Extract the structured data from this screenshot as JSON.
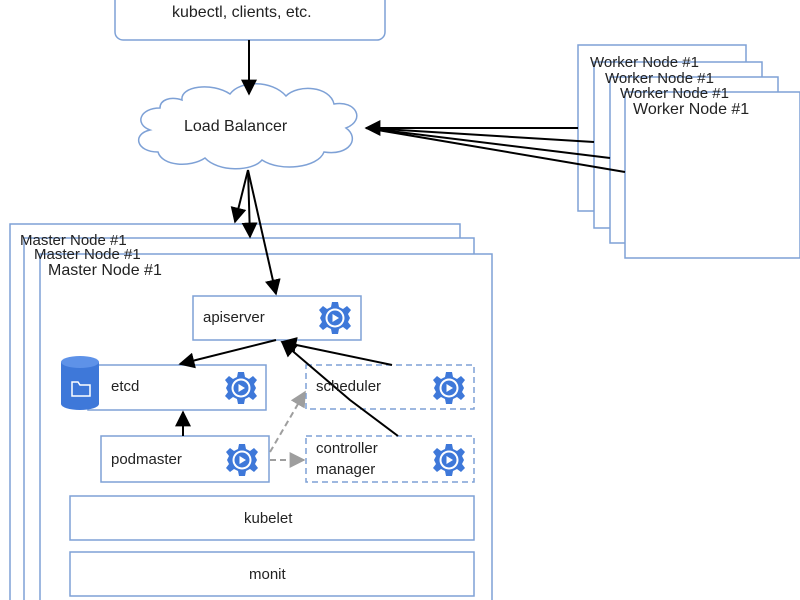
{
  "clients": {
    "label": "kubectl, clients, etc."
  },
  "load_balancer": {
    "label": "Load Balancer"
  },
  "worker_nodes": {
    "back_labels": [
      "Worker Node #1",
      "Worker Node #1",
      "Worker Node #1"
    ],
    "front_label": "Worker Node #1"
  },
  "master_nodes": {
    "back_labels": [
      "Master Node #1",
      "Master Node #1"
    ],
    "front_label": "Master Node #1"
  },
  "components": {
    "apiserver": "apiserver",
    "etcd": "etcd",
    "scheduler": "scheduler",
    "controller_manager_line1": "controller",
    "controller_manager_line2": "manager",
    "podmaster": "podmaster",
    "kubelet": "kubelet",
    "monit": "monit"
  },
  "icons": {
    "gear": "gear-play-icon",
    "database": "database-folder-icon"
  },
  "colors": {
    "box_border": "#7ea1d6",
    "gear": "#3e78d9",
    "database": "#3e78d9",
    "arrow": "#000000",
    "dashed_arrow": "#9e9e9e"
  }
}
